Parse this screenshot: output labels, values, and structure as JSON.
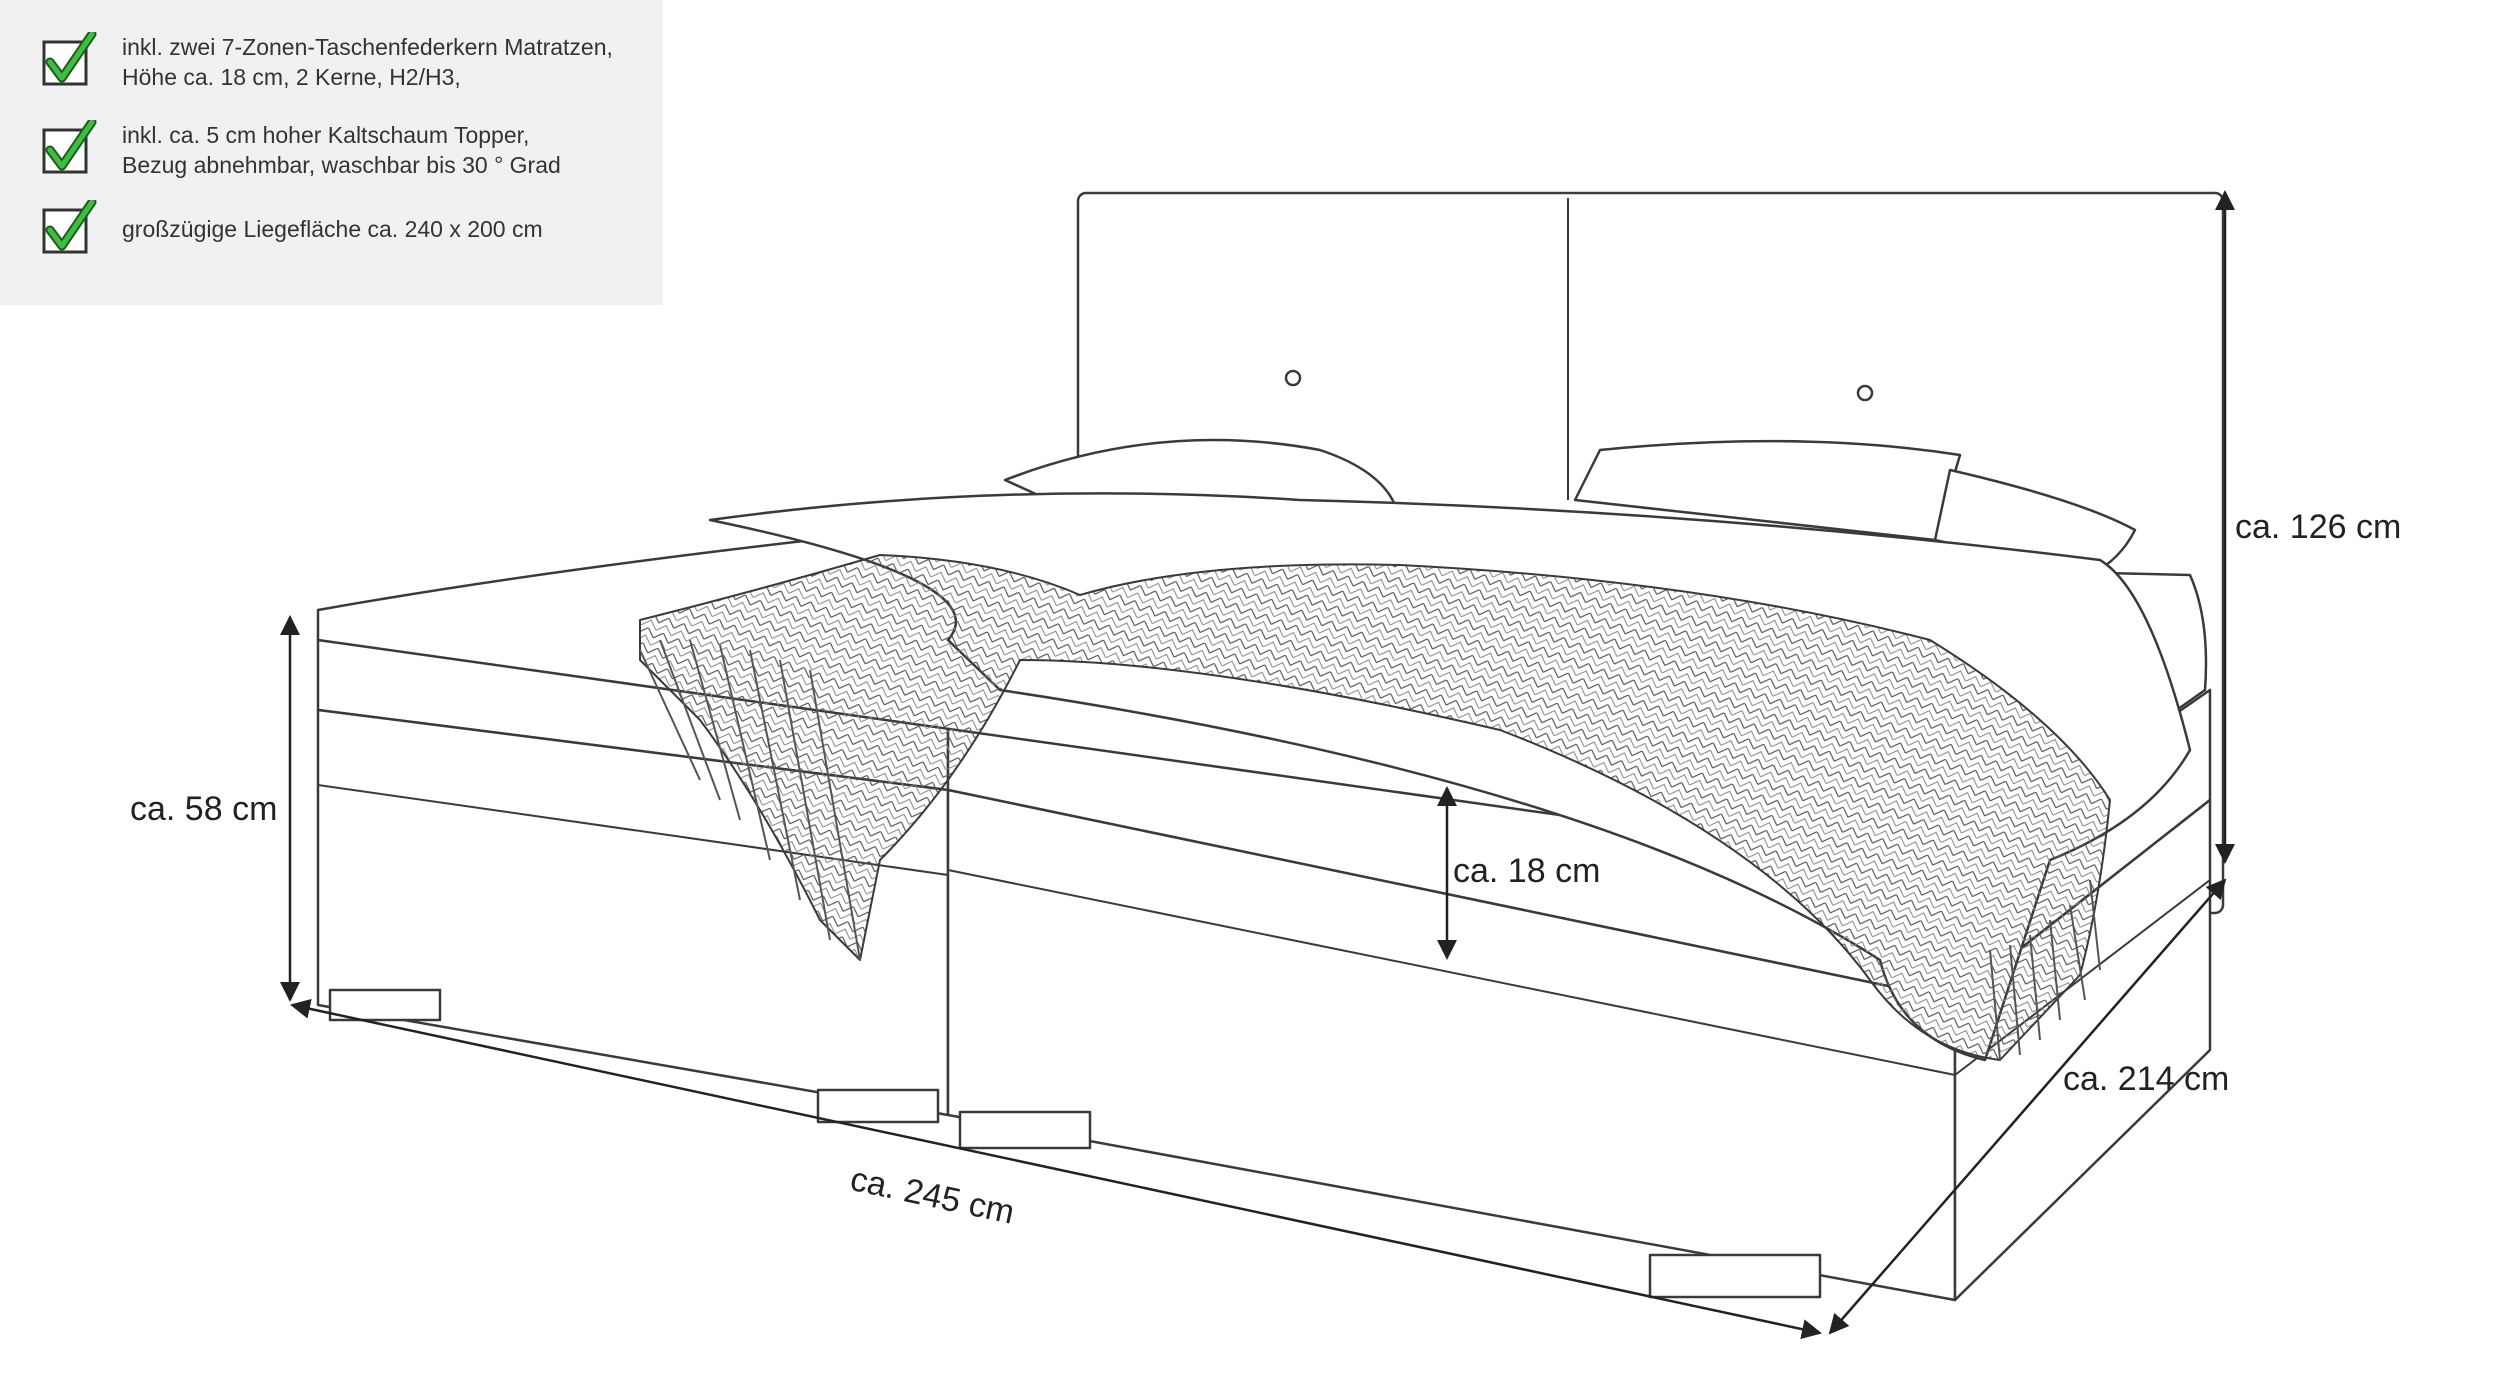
{
  "features": [
    {
      "icon": "checkmark-icon",
      "lines": [
        "inkl. zwei 7-Zonen-Taschenfederkern Matratzen,",
        "Höhe ca. 18 cm, 2 Kerne, H2/H3,"
      ]
    },
    {
      "icon": "checkmark-icon",
      "lines": [
        "inkl. ca. 5 cm hoher Kaltschaum Topper,",
        "Bezug abnehmbar, waschbar bis 30 ° Grad"
      ]
    },
    {
      "icon": "checkmark-icon",
      "lines": [
        "großzügige Liegefläche ca. 240 x 200 cm"
      ]
    }
  ],
  "dimensions": {
    "total_height": "ca. 126 cm",
    "bed_height": "ca. 58 cm",
    "mattress_height": "ca. 18 cm",
    "width": "ca. 245 cm",
    "length": "ca. 214 cm"
  },
  "colors": {
    "check_green": "#2e9e2e",
    "line": "#3a3a3a",
    "panel": "#f1f1f1"
  }
}
